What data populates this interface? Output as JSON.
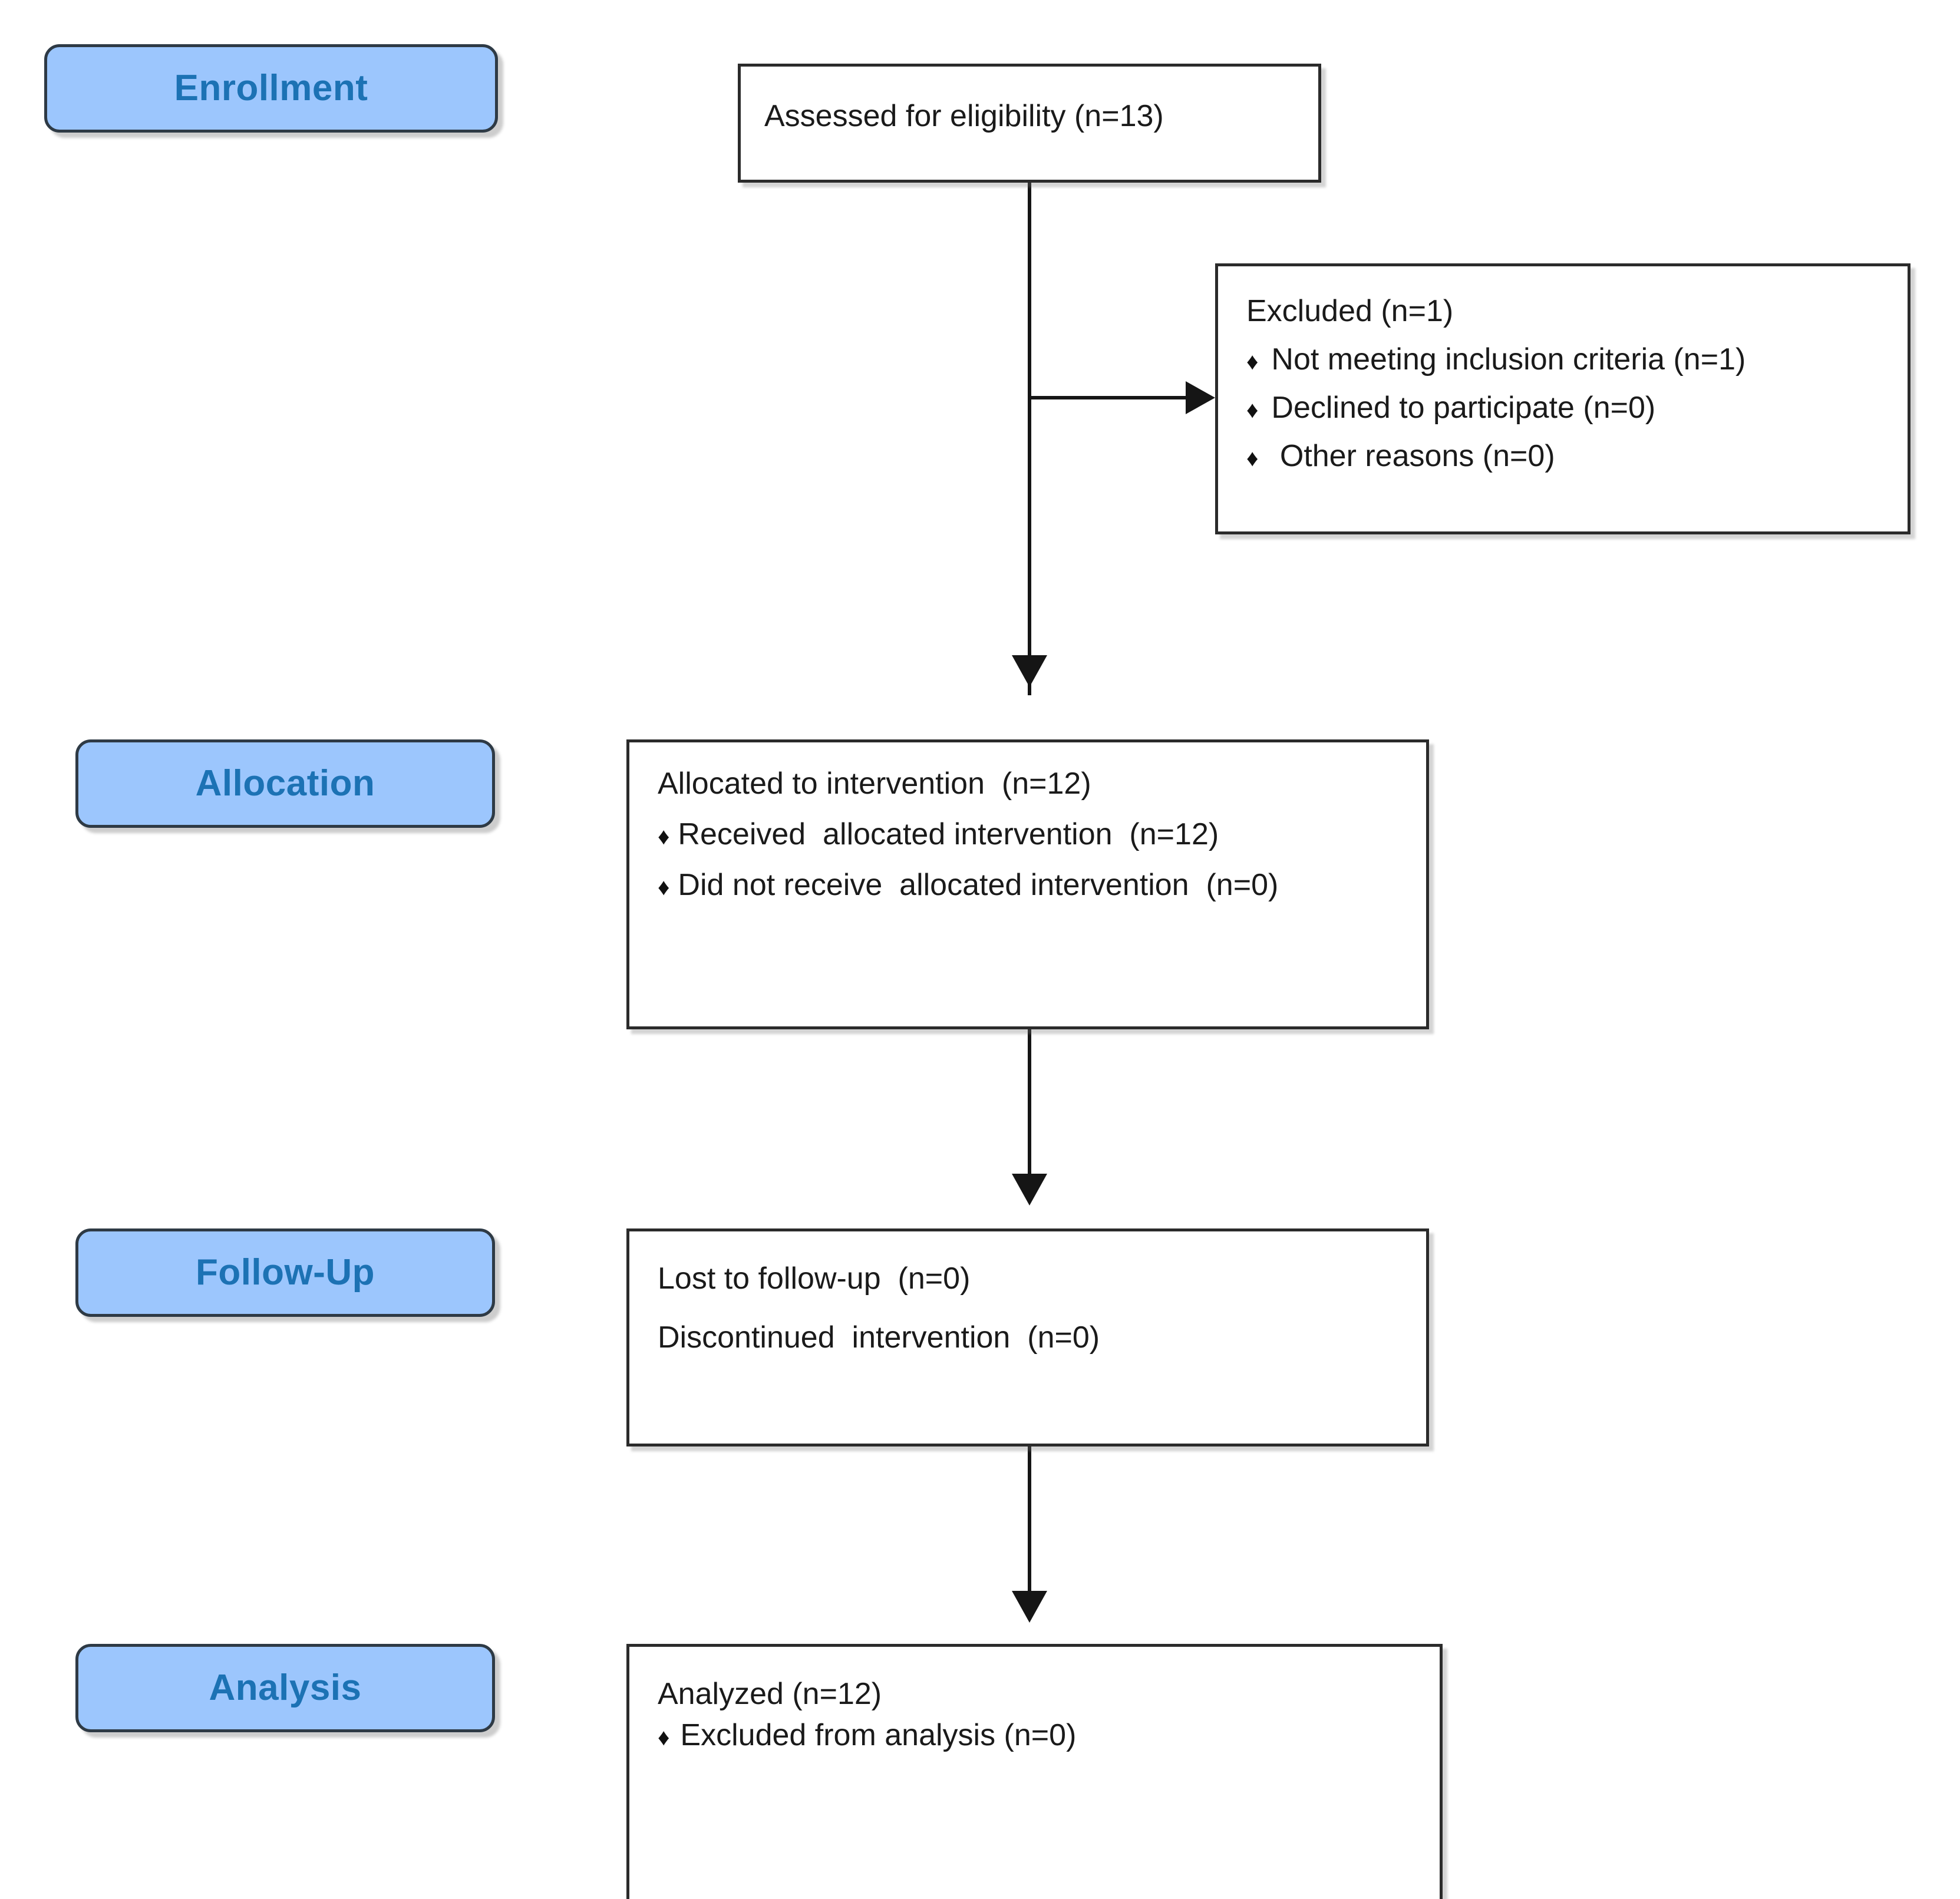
{
  "diagram": {
    "title": "CONSORT Participant Flow Diagram",
    "colors": {
      "badge_fill": "#9CC6FD",
      "badge_border": "#2E3A45",
      "badge_text": "#1C72B4",
      "box_border": "#2B2B2B",
      "box_fill": "#FFFFFF",
      "connector": "#151515",
      "body_text": "#1A1A1A"
    },
    "bullet_glyph": "♦"
  },
  "stages": {
    "enrollment": {
      "label": "Enrollment"
    },
    "allocation": {
      "label": "Allocation"
    },
    "followup": {
      "label": "Follow-Up"
    },
    "analysis": {
      "label": "Analysis"
    }
  },
  "boxes": {
    "eligibility": {
      "title": "Assessed for eligibility (n=13)"
    },
    "excluded": {
      "title": "Excluded (n=1)",
      "items": [
        "Not meeting inclusion criteria (n=1)",
        "Declined to participate (n=0)",
        " Other reasons (n=0)"
      ]
    },
    "allocated": {
      "title": "Allocated to intervention  (n=12)",
      "items": [
        "Received  allocated intervention  (n=12)",
        "Did not receive  allocated intervention  (n=0)"
      ]
    },
    "followup": {
      "lines": [
        "Lost to follow-up  (n=0)",
        "Discontinued  intervention  (n=0)"
      ]
    },
    "analyzed": {
      "title": "Analyzed (n=12)",
      "items": [
        "Excluded from analysis (n=0)"
      ]
    }
  },
  "chart_data": {
    "type": "diagram",
    "title": "CONSORT Flow Diagram",
    "nodes": [
      {
        "id": "assessed",
        "label": "Assessed for eligibility",
        "n": 13,
        "stage": "Enrollment"
      },
      {
        "id": "excluded",
        "label": "Excluded",
        "n": 1,
        "stage": "Enrollment",
        "reasons": [
          {
            "label": "Not meeting inclusion criteria",
            "n": 1
          },
          {
            "label": "Declined to participate",
            "n": 0
          },
          {
            "label": "Other reasons",
            "n": 0
          }
        ]
      },
      {
        "id": "allocated",
        "label": "Allocated to intervention",
        "n": 12,
        "stage": "Allocation",
        "details": [
          {
            "label": "Received allocated intervention",
            "n": 12
          },
          {
            "label": "Did not receive allocated intervention",
            "n": 0
          }
        ]
      },
      {
        "id": "followup",
        "stage": "Follow-Up",
        "details": [
          {
            "label": "Lost to follow-up",
            "n": 0
          },
          {
            "label": "Discontinued intervention",
            "n": 0
          }
        ]
      },
      {
        "id": "analyzed",
        "label": "Analyzed",
        "n": 12,
        "stage": "Analysis",
        "details": [
          {
            "label": "Excluded from analysis",
            "n": 0
          }
        ]
      }
    ],
    "edges": [
      {
        "from": "assessed",
        "to": "excluded",
        "direction": "right"
      },
      {
        "from": "assessed",
        "to": "allocated",
        "direction": "down"
      },
      {
        "from": "allocated",
        "to": "followup",
        "direction": "down"
      },
      {
        "from": "followup",
        "to": "analyzed",
        "direction": "down"
      }
    ]
  }
}
